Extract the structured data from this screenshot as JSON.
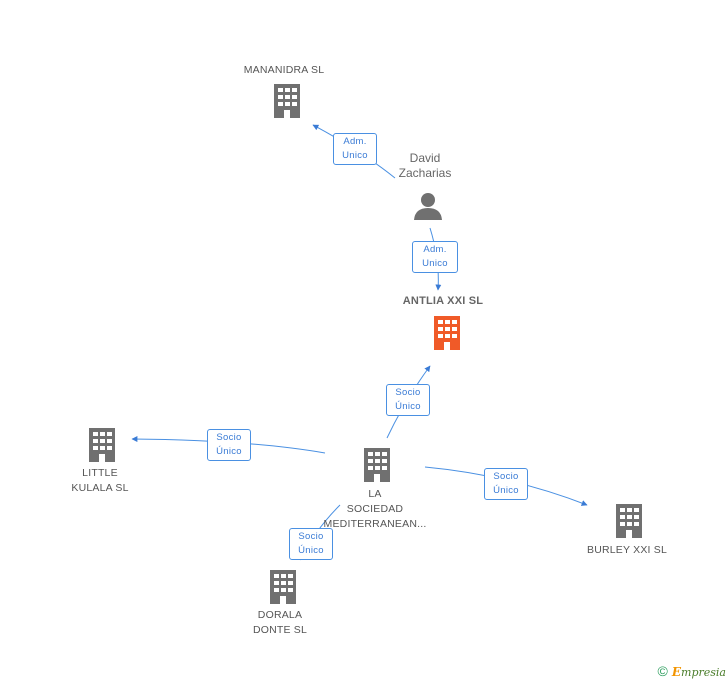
{
  "nodes": {
    "mananidra": {
      "label": "MANANIDRA SL",
      "icon": "building-icon"
    },
    "antlia": {
      "label": "ANTLIA XXI SL",
      "icon": "building-icon",
      "color": "#f05a28"
    },
    "la_sociedad": {
      "label": "LA\nSOCIEDAD\nMEDITERRANEAN...",
      "icon": "building-icon"
    },
    "little_kulala": {
      "label": "LITTLE\nKULALA  SL",
      "icon": "building-icon"
    },
    "burley": {
      "label": "BURLEY XXI  SL",
      "icon": "building-icon"
    },
    "dorala": {
      "label": "DORALA\nDONTE SL",
      "icon": "building-icon"
    }
  },
  "person": {
    "label": "David\nZacharias",
    "icon": "person-icon"
  },
  "relations": {
    "adm_mananidra": "Adm.\nUnico",
    "adm_antlia": "Adm.\nUnico",
    "socio_antlia": "Socio\nÚnico",
    "socio_little": "Socio\nÚnico",
    "socio_burley": "Socio\nÚnico",
    "socio_dorala": "Socio\nÚnico"
  },
  "colors": {
    "building": "#707070",
    "main": "#f05a28",
    "edge": "#3a7bd5",
    "person": "#707070"
  },
  "footer": {
    "copyright": "©",
    "brand_initial": "E",
    "brand_rest": "mpresia"
  }
}
